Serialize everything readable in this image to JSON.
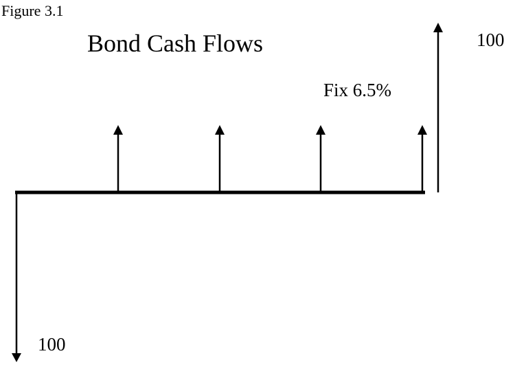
{
  "figure_label": "Figure 3.1",
  "title": "Bond Cash Flows",
  "rate_label": "Fix 6.5%",
  "principal_return_label": "100",
  "initial_investment_label": "100",
  "colors": {
    "ink": "#000000",
    "background": "#ffffff"
  }
}
